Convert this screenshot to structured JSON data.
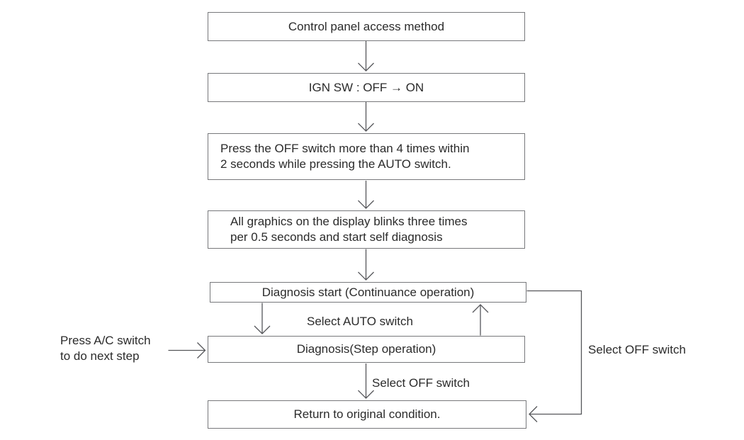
{
  "flowchart": {
    "nodes": [
      {
        "id": "access",
        "text": "Control panel access method"
      },
      {
        "id": "ign",
        "text": "IGN SW : OFF → ON"
      },
      {
        "id": "press_off",
        "text": "Press the OFF switch more than 4 times within\n2 seconds while pressing the AUTO switch."
      },
      {
        "id": "graphics",
        "text": "All graphics on the display blinks three times\nper 0.5 seconds and start self diagnosis"
      },
      {
        "id": "diag_start",
        "text": "Diagnosis start (Continuance operation)"
      },
      {
        "id": "diag_step",
        "text": "Diagnosis(Step operation)"
      },
      {
        "id": "return",
        "text": "Return to original condition."
      }
    ],
    "labels": {
      "select_auto": "Select AUTO switch",
      "select_off_mid": "Select OFF switch",
      "select_off_right": "Select OFF switch",
      "press_ac": "Press A/C switch\nto do next step"
    },
    "colors": {
      "background": "#ffffff",
      "box_border": "#77787b",
      "line": "#55565a",
      "text": "#2b2b2b"
    }
  }
}
